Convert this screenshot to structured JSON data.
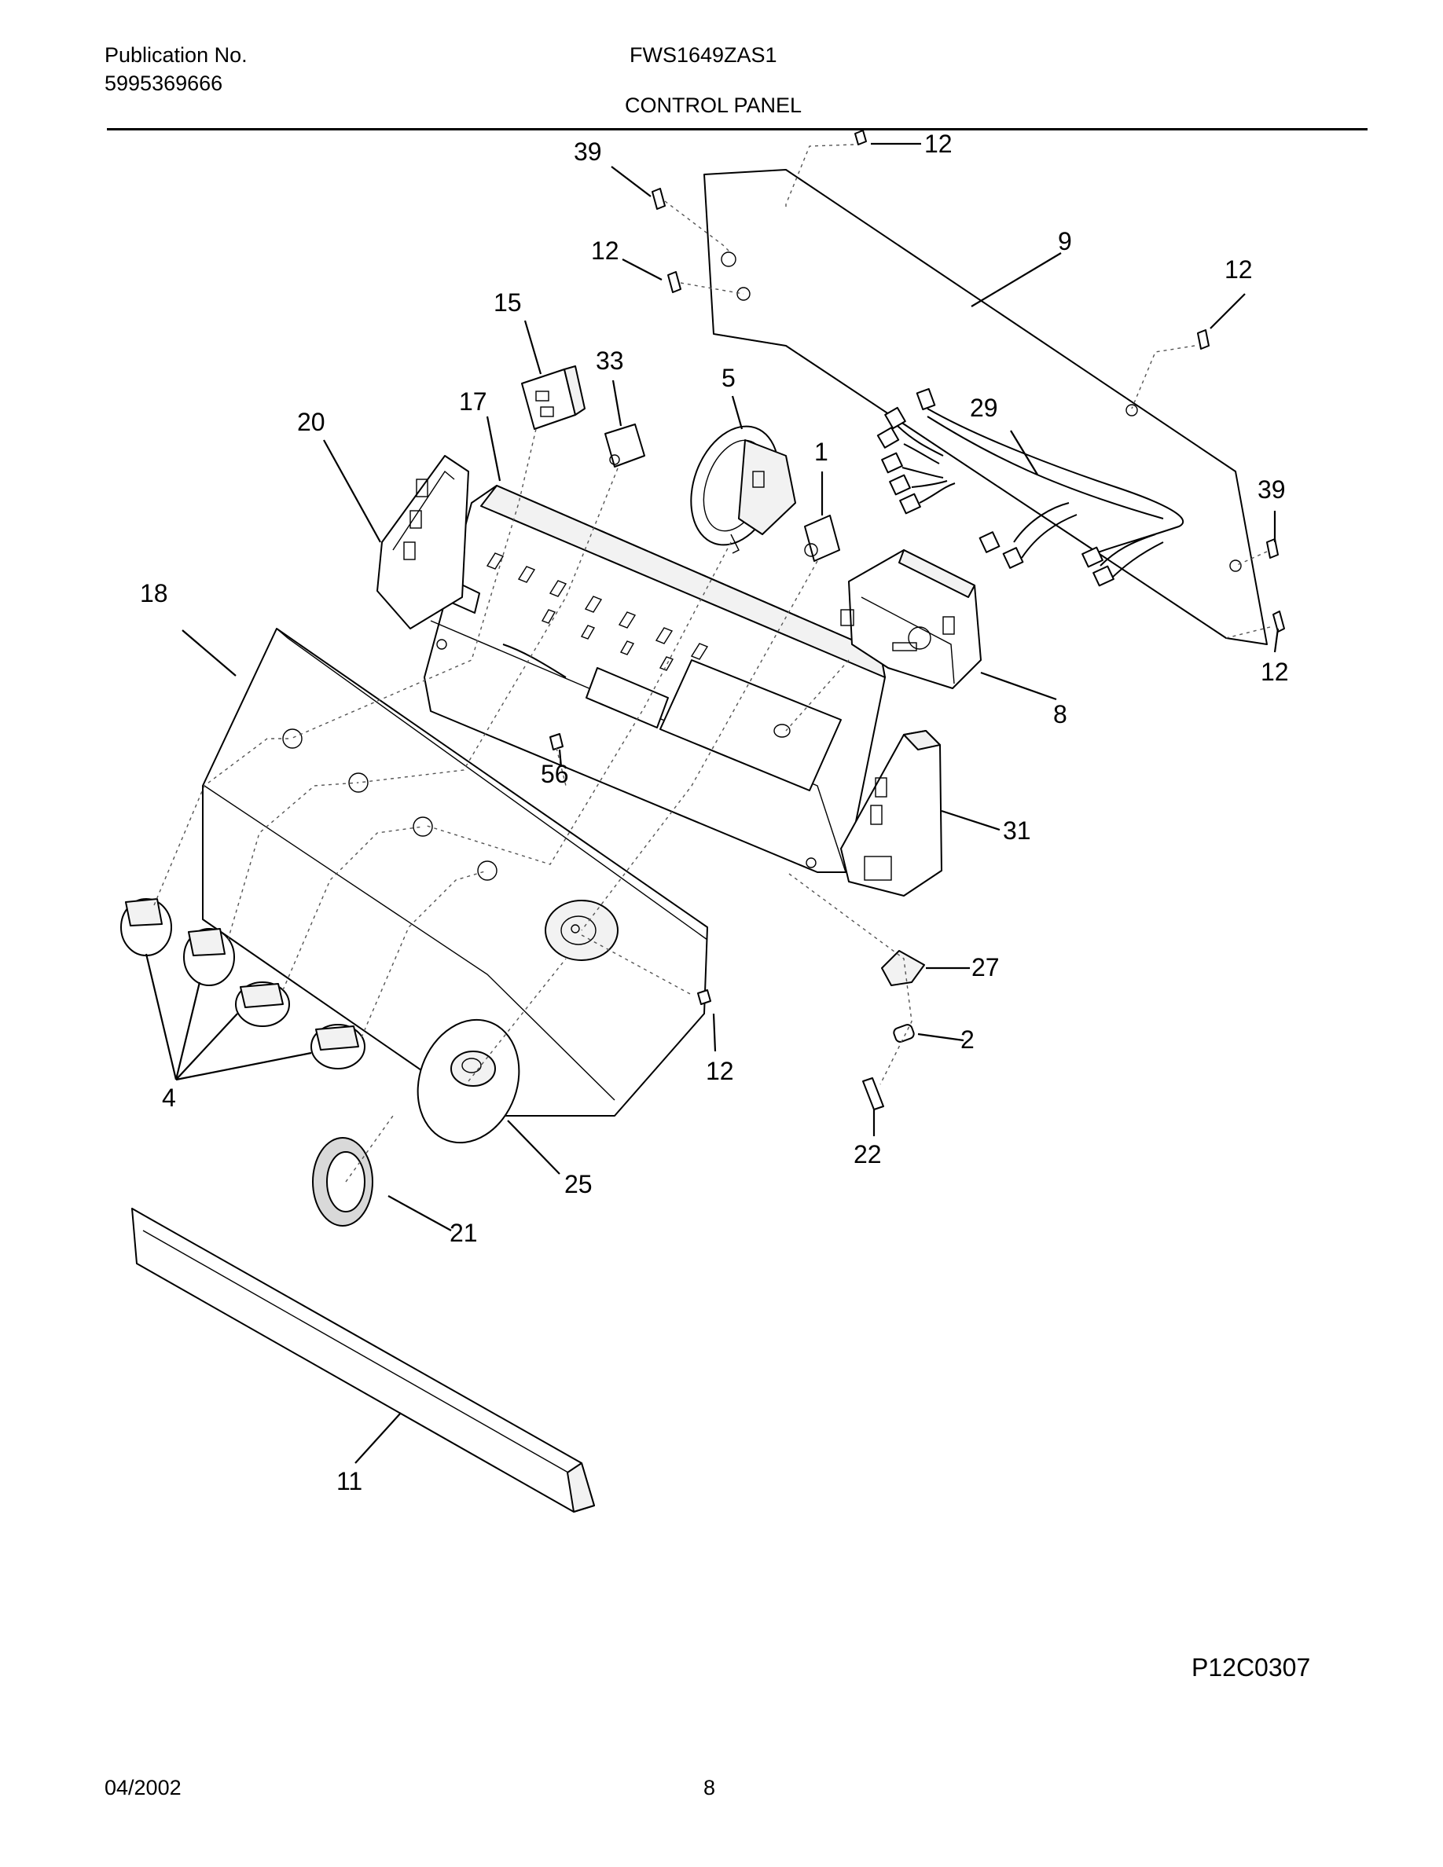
{
  "header": {
    "publication_label": "Publication No.",
    "publication_number": "5995369666",
    "model": "FWS1649ZAS1",
    "section_title": "CONTROL PANEL"
  },
  "diagram_id": "P12C0307",
  "footer": {
    "date": "04/2002",
    "page_number": "8"
  },
  "callouts": [
    "12",
    "39",
    "12",
    "9",
    "12",
    "15",
    "33",
    "5",
    "17",
    "20",
    "29",
    "1",
    "39",
    "18",
    "12",
    "8",
    "56",
    "31",
    "27",
    "2",
    "4",
    "12",
    "22",
    "25",
    "21",
    "11"
  ]
}
